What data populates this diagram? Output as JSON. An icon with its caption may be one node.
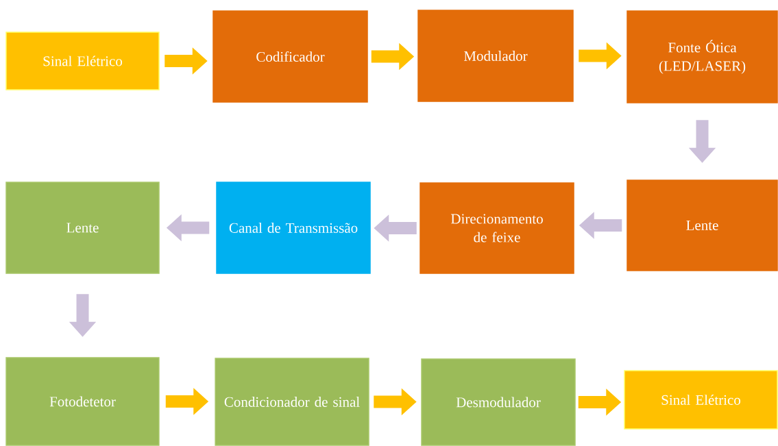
{
  "diagram": {
    "nodes": [
      {
        "text": [
          "Sinal Elétrico"
        ]
      },
      {
        "text": [
          "Codificador"
        ]
      },
      {
        "text": [
          "Modulador"
        ]
      },
      {
        "text": [
          "Fonte Ótica (LED/LASER)"
        ]
      },
      {
        "text": [
          "Lente"
        ]
      },
      {
        "text": [
          "Direcionamento de feixe"
        ]
      },
      {
        "text": [
          "Canal de Transmissão"
        ]
      },
      {
        "text": [
          "Lente"
        ]
      },
      {
        "text": [
          "Fotodetetor"
        ]
      },
      {
        "text": [
          "Condicionador de sinal"
        ]
      },
      {
        "text": [
          "Desmodulador"
        ]
      },
      {
        "text": [
          "Sinal Elétrico"
        ]
      }
    ],
    "edges": [
      {
        "from": 0,
        "to": 1,
        "arrow": "to"
      },
      {
        "from": 1,
        "to": 2,
        "arrow": "to"
      },
      {
        "from": 2,
        "to": 3,
        "arrow": "to"
      },
      {
        "from": 3,
        "to": 4,
        "arrow": "to",
        "color": "#ccc0da"
      },
      {
        "from": 4,
        "to": 5,
        "arrow": "to",
        "color": "#ccc0da"
      },
      {
        "from": 5,
        "to": 6,
        "arrow": "to",
        "color": "#ccc0da"
      },
      {
        "from": 6,
        "to": 7,
        "arrow": "to",
        "color": "#ccc0da"
      },
      {
        "from": 7,
        "to": 8,
        "arrow": "to",
        "color": "#ccc0da"
      },
      {
        "from": 8,
        "to": 9,
        "arrow": "to"
      },
      {
        "from": 9,
        "to": 10,
        "arrow": "to"
      },
      {
        "from": 10,
        "to": 11,
        "arrow": "to"
      }
    ]
  }
}
